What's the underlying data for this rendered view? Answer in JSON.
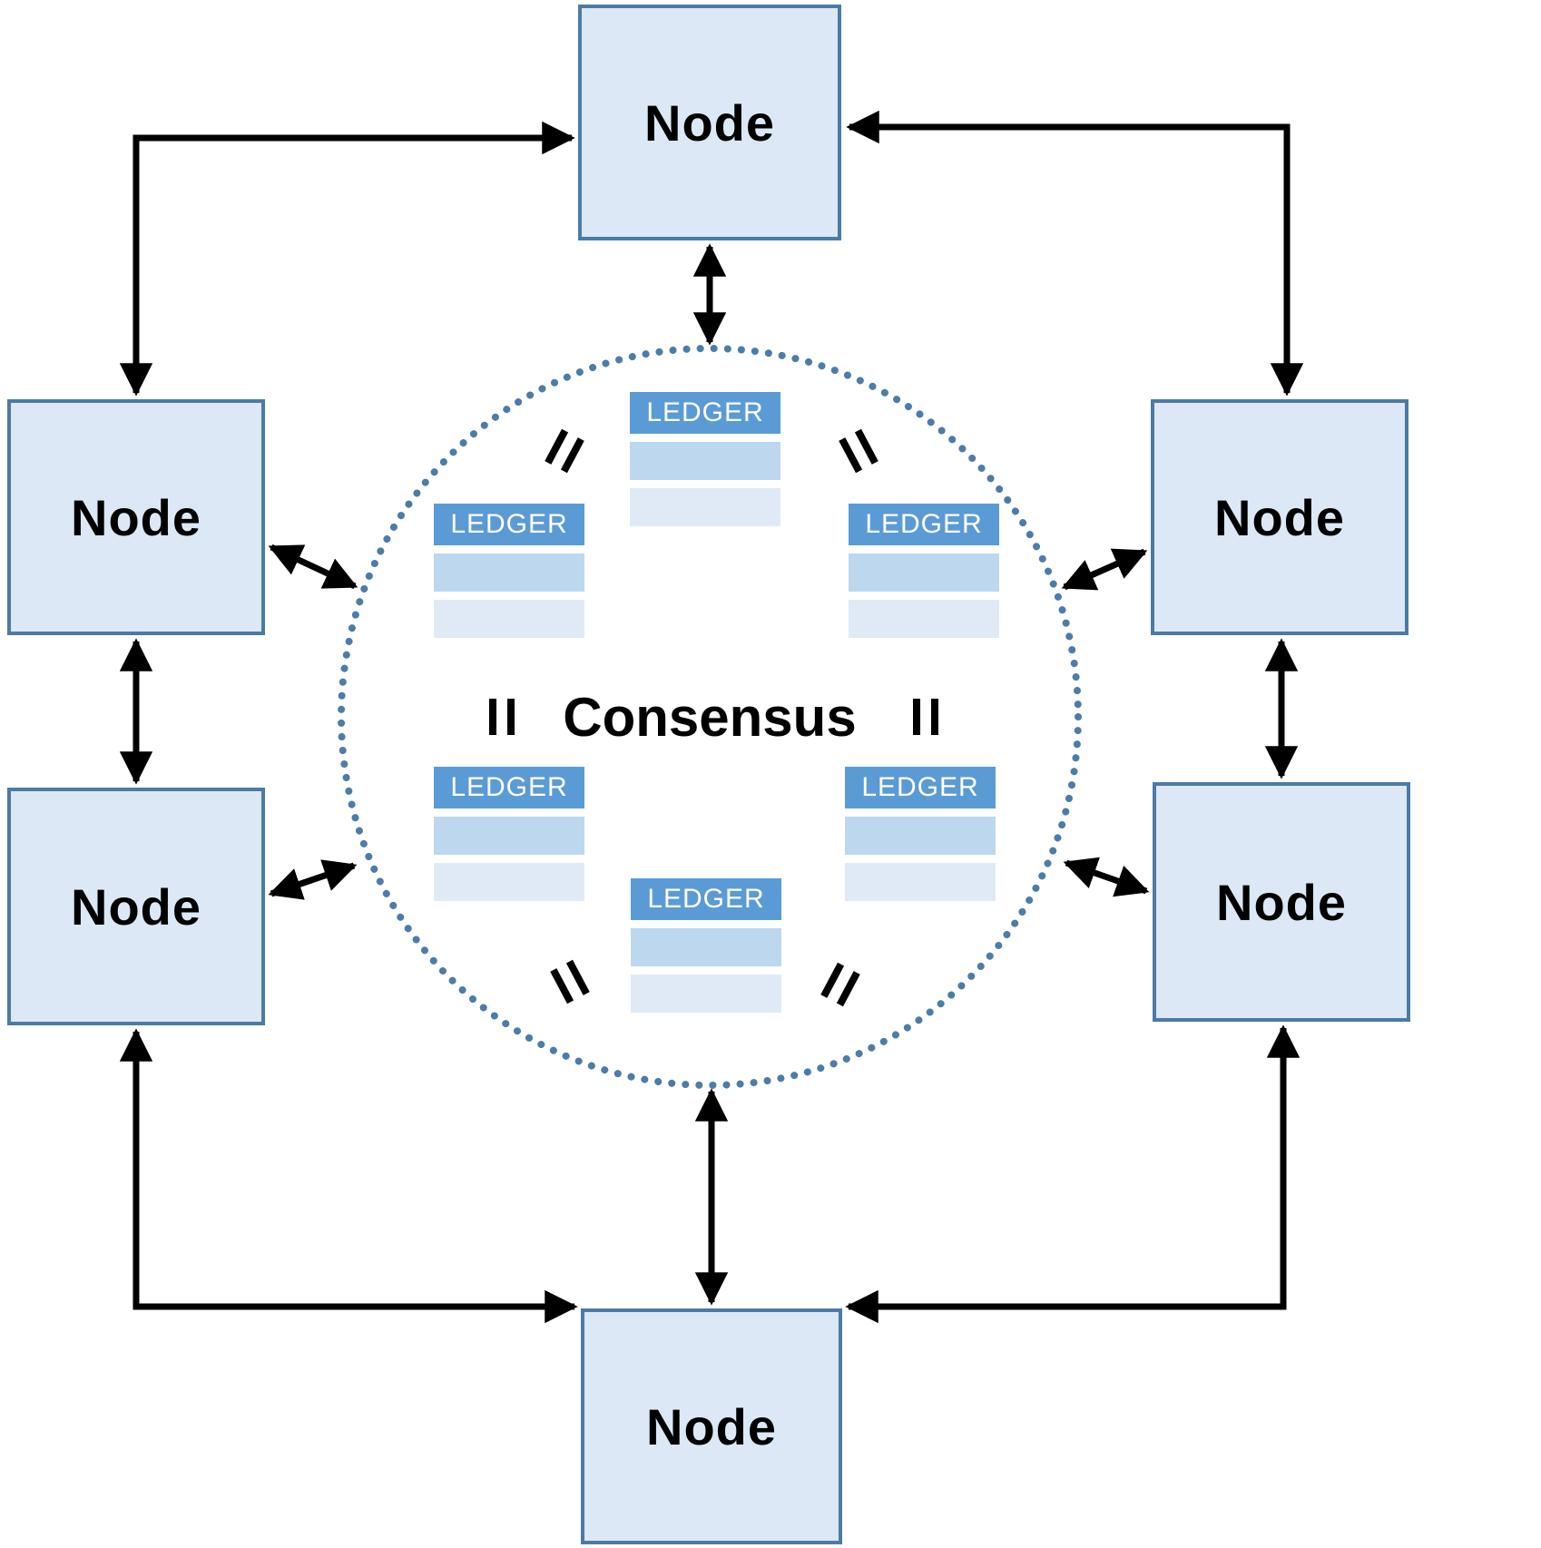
{
  "center": {
    "label": "Consensus"
  },
  "icons": {
    "equals": "=",
    "connector": "double-headed-arrow"
  },
  "nodes": [
    {
      "position": "top",
      "label": "Node"
    },
    {
      "position": "left-upper",
      "label": "Node"
    },
    {
      "position": "right-upper",
      "label": "Node"
    },
    {
      "position": "left-lower",
      "label": "Node"
    },
    {
      "position": "right-lower",
      "label": "Node"
    },
    {
      "position": "bottom",
      "label": "Node"
    }
  ],
  "ledgers": [
    {
      "position": "top",
      "label": "LEDGER"
    },
    {
      "position": "upper-left",
      "label": "LEDGER"
    },
    {
      "position": "upper-right",
      "label": "LEDGER"
    },
    {
      "position": "lower-left",
      "label": "LEDGER"
    },
    {
      "position": "lower-right",
      "label": "LEDGER"
    },
    {
      "position": "bottom",
      "label": "LEDGER"
    }
  ],
  "colors": {
    "node_fill": "#dce8f5",
    "node_border": "#4c7aa5",
    "ledger_header": "#5b9bd5",
    "ledger_row_medium": "#bdd7ee",
    "ledger_row_light": "#dfeaf6",
    "circle_dots": "#4e7ca8",
    "arrows": "#000000"
  }
}
